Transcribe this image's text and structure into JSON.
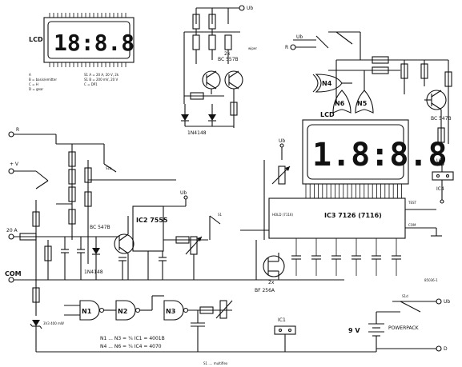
{
  "lcd_top": {
    "label": "LCD",
    "display": "18:8.8"
  },
  "legend": {
    "left": [
      "A",
      "B = basis/emitter",
      "C = H",
      "D = gear"
    ],
    "right": [
      "S1 A = 20 A, 20 V, 2k",
      "S1 B = 200 mV, 20 V",
      "C = DP1"
    ]
  },
  "rails": {
    "ub": "Ub",
    "com": "COM"
  },
  "transistors": {
    "top_pair": "BC 557B",
    "pair_note": "2x",
    "right": "BC 547B",
    "left": "BC 547B",
    "fet": "BF 256A"
  },
  "diodes": {
    "top": "1N4148",
    "mid": "1N4148",
    "zener": "3V3 400 mW"
  },
  "ics": {
    "ic2": "IC2 7555",
    "ic3": "IC3 7126 (7116)",
    "ic1": "IC1",
    "ic4": "IC4"
  },
  "gates": {
    "n1": "N1",
    "n2": "N2",
    "n3": "N3",
    "n4": "N4",
    "n5": "N5",
    "n6": "N6"
  },
  "gate_notes": [
    "N1 ... N3 = ¼ IC1 = 4001B",
    "N4 ... N6 = ¼ IC4 = 4070"
  ],
  "lcd_main": {
    "label": "LCD",
    "display": "1.8:8.8"
  },
  "inputs": {
    "r": "R",
    "plus_v": "+ V",
    "amp": "20 A",
    "com": "COM",
    "d": "D"
  },
  "pins": {
    "hold": "HOLD (7116)",
    "test": "TEST"
  },
  "battery": {
    "voltage": "9 V",
    "label": "POWERPACK"
  },
  "bottom_label": "S1 .... multiflex",
  "ref": "85036-1",
  "wiper_note": "wiper"
}
